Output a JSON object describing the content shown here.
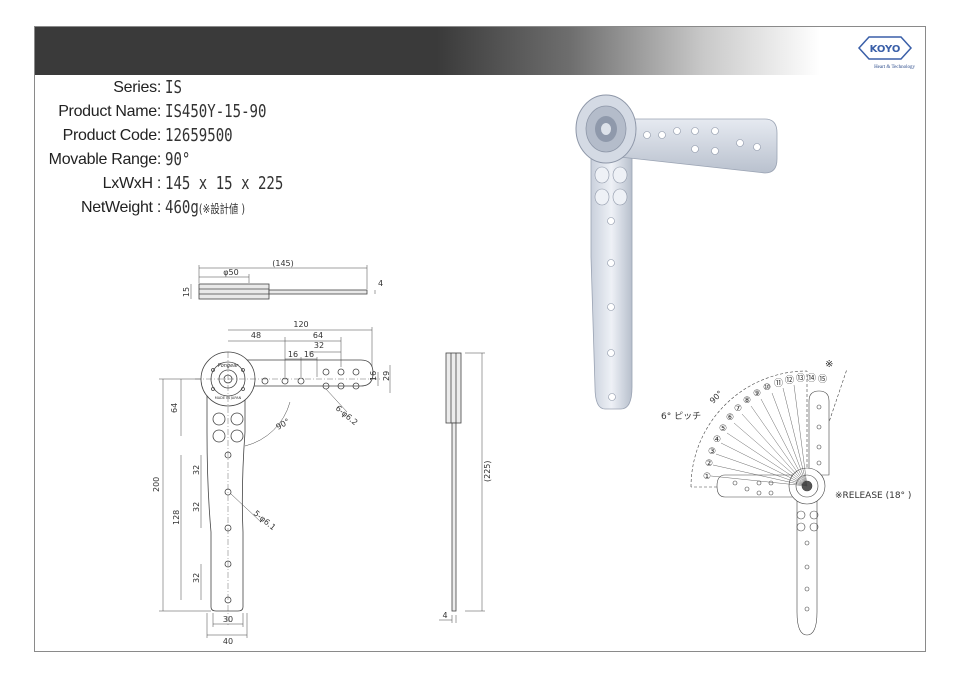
{
  "brand": {
    "logo_text": "KOYO",
    "tagline": "Heart & Technology"
  },
  "specs": [
    {
      "label": "Series:",
      "value": "IS"
    },
    {
      "label": "Product Name:",
      "value": "IS450Y-15-90"
    },
    {
      "label": "Product Code:",
      "value": "12659500"
    },
    {
      "label": "Movable Range:",
      "value": "90°"
    },
    {
      "label": "LxWxH :",
      "value": "145 x 15 x 225"
    },
    {
      "label": "NetWeight :",
      "value": "460g",
      "note": "(※設計値 )"
    }
  ],
  "top_view": {
    "overall": "(145)",
    "dia": "φ50",
    "thickness": "15",
    "plate": "4"
  },
  "front_view": {
    "d120": "120",
    "d48": "48",
    "d64": "64",
    "d32": "32",
    "d16a": "16",
    "d16b": "16",
    "hole_spec": "6-φ6.2",
    "right_16": "16",
    "right_29": "29",
    "angle": "90°",
    "v64": "64",
    "v200": "200",
    "v32a": "32",
    "v32b": "32",
    "v128": "128",
    "v32c": "32",
    "hole_spec2": "5-φ6.1",
    "b30": "30",
    "b40": "40",
    "stamp": "Pongear",
    "made_in": "MADE IN JAPAN"
  },
  "side_view": {
    "h225": "(225)",
    "t4": "4"
  },
  "rotation_view": {
    "mark": "※",
    "angle_label": "90°",
    "pitch": "6° ピッチ",
    "steps": [
      "①",
      "②",
      "③",
      "④",
      "⑤",
      "⑥",
      "⑦",
      "⑧",
      "⑨",
      "⑩",
      "⑪",
      "⑫",
      "⑬",
      "⑭",
      "⑮"
    ],
    "release": "※RELEASE (18° )"
  }
}
